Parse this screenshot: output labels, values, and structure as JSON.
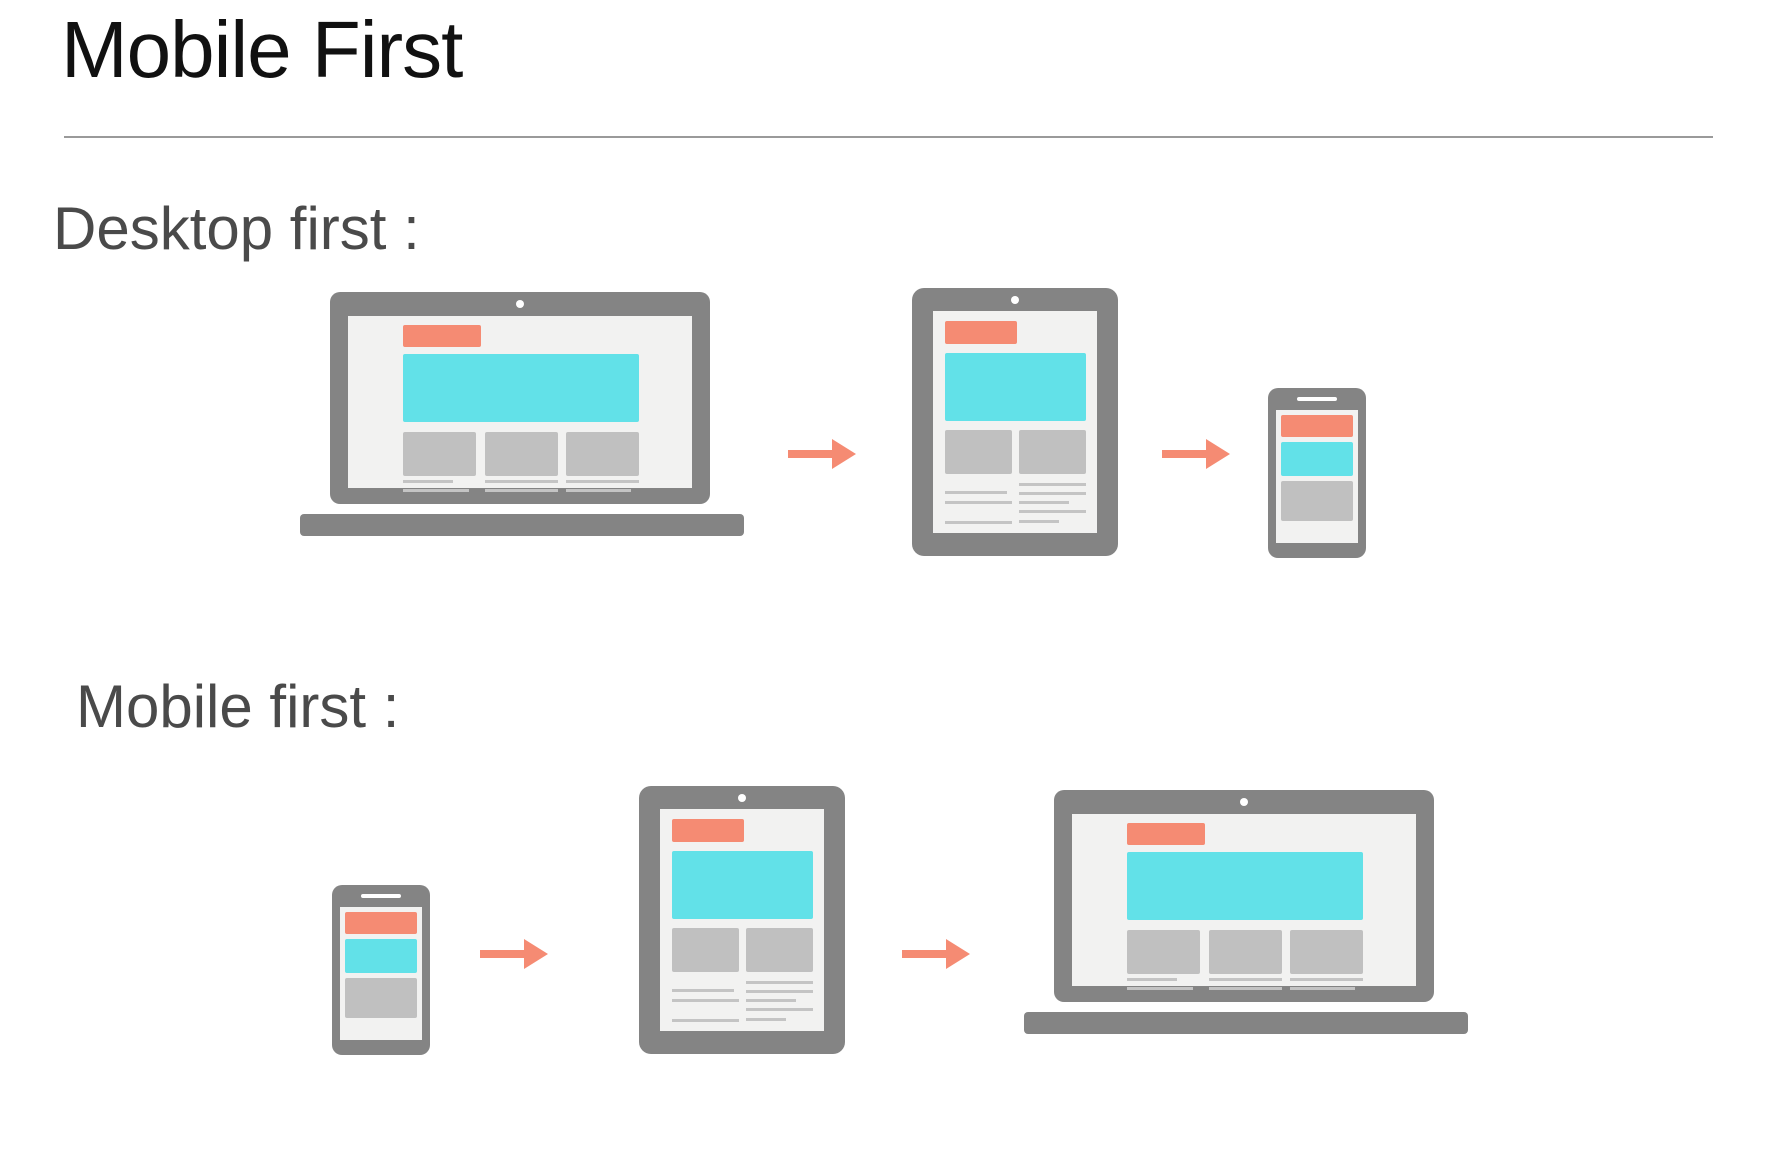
{
  "header": {
    "title": "Mobile First"
  },
  "sections": {
    "desktop_first": {
      "label": "Desktop first :"
    },
    "mobile_first": {
      "label": "Mobile first :"
    }
  },
  "colors": {
    "device_frame": "#848484",
    "screen": "#f2f2f1",
    "header_block": "#f58b73",
    "hero_block": "#62e1e8",
    "content_block": "#c0c0c0",
    "text_line": "#c4c4c4",
    "arrow": "#f58b73",
    "divider": "#9a9a9a"
  },
  "icons": {
    "desktop_first_sequence": [
      "laptop-icon",
      "arrow-right-icon",
      "tablet-icon",
      "arrow-right-icon",
      "phone-icon"
    ],
    "mobile_first_sequence": [
      "phone-icon",
      "arrow-right-icon",
      "tablet-icon",
      "arrow-right-icon",
      "laptop-icon"
    ]
  }
}
